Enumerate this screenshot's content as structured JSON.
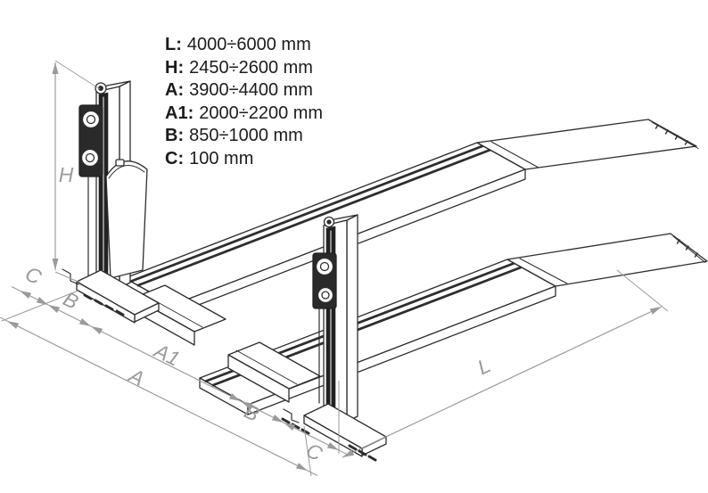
{
  "specs": {
    "items": [
      {
        "label": "L:",
        "value": "4000÷6000 mm"
      },
      {
        "label": "H:",
        "value": "2450÷2600 mm"
      },
      {
        "label": "A:",
        "value": "3900÷4400 mm"
      },
      {
        "label": "A1:",
        "value": "2000÷2200 mm"
      },
      {
        "label": "B:",
        "value": "850÷1000 mm"
      },
      {
        "label": "C:",
        "value": "100 mm"
      }
    ]
  },
  "dims": {
    "h": "H",
    "c_left": "C",
    "b_left": "B",
    "a1": "A1",
    "a": "A",
    "b_right": "B",
    "c_right": "C",
    "l": "L"
  },
  "colors": {
    "drawing_line": "#2e2e2e",
    "dimension_gray": "#9b9b9b",
    "text": "#1c1c1c",
    "background": "#ffffff"
  }
}
